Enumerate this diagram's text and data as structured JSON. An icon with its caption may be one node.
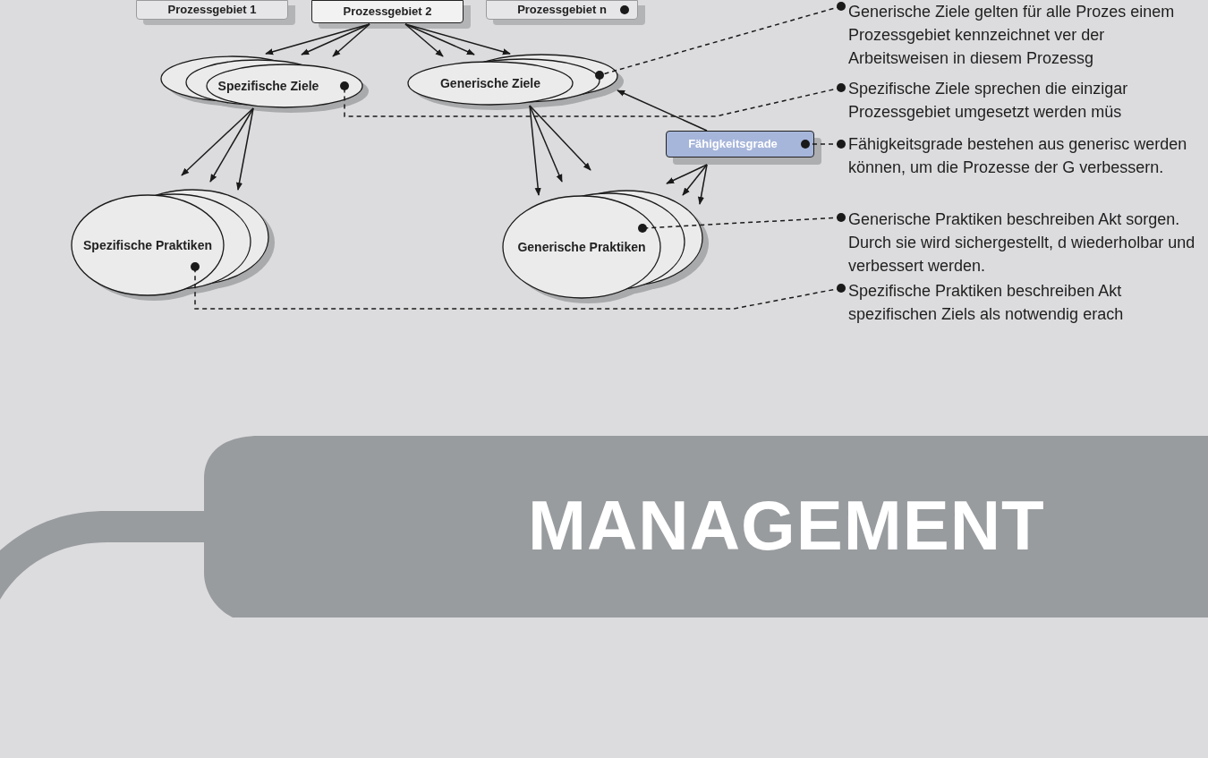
{
  "diagram": {
    "nodes": [
      {
        "text": [
          "Prozessgebiet 1"
        ]
      },
      {
        "text": [
          "Prozessgebiet 2"
        ]
      },
      {
        "text": [
          "Prozessgebiet n"
        ]
      },
      {
        "text": [
          "Spezifische Ziele"
        ]
      },
      {
        "text": [
          "Generische Ziele"
        ]
      },
      {
        "text": [
          "Fähigkeitsgrade"
        ]
      },
      {
        "text": [
          "Spezifische Praktiken"
        ]
      },
      {
        "text": [
          "Generische Praktiken"
        ]
      },
      {
        "text": [
          "Generische Ziele gelten für alle Prozes einem Prozessgebiet kennzeichnet ver der Arbeitsweisen in diesem Prozessg"
        ]
      },
      {
        "text": [
          "Spezifische Ziele sprechen die einzigar Prozessgebiet umgesetzt werden müs"
        ]
      },
      {
        "text": [
          "Fähigkeitsgrade bestehen aus generisc werden können, um die Prozesse der G verbessern."
        ]
      },
      {
        "text": [
          "Generische Praktiken beschreiben Akt sorgen. Durch sie wird sichergestellt, d wiederholbar und verbessert werden."
        ]
      },
      {
        "text": [
          "Spezifische Praktiken beschreiben Akt spezifischen Ziels als notwendig erach"
        ]
      }
    ],
    "edges": [
      {
        "from": 1,
        "to": 3,
        "arrow": "to"
      },
      {
        "from": 1,
        "to": 3,
        "arrow": "to"
      },
      {
        "from": 1,
        "to": 3,
        "arrow": "to"
      },
      {
        "from": 1,
        "to": 4,
        "arrow": "to"
      },
      {
        "from": 1,
        "to": 4,
        "arrow": "to"
      },
      {
        "from": 1,
        "to": 4,
        "arrow": "to"
      },
      {
        "from": 3,
        "to": 6,
        "arrow": "to"
      },
      {
        "from": 3,
        "to": 6,
        "arrow": "to"
      },
      {
        "from": 3,
        "to": 6,
        "arrow": "to"
      },
      {
        "from": 4,
        "to": 7,
        "arrow": "to"
      },
      {
        "from": 4,
        "to": 7,
        "arrow": "to"
      },
      {
        "from": 4,
        "to": 7,
        "arrow": "to"
      },
      {
        "from": 5,
        "to": 7,
        "arrow": "to"
      },
      {
        "from": 5,
        "to": 7,
        "arrow": "to"
      },
      {
        "from": 5,
        "to": 7,
        "arrow": "to"
      },
      {
        "from": 5,
        "to": 4,
        "arrow": "to"
      },
      {
        "from": 8,
        "to": 4,
        "arrow": "other",
        "style": "dashed"
      },
      {
        "from": 9,
        "to": 3,
        "arrow": "other",
        "style": "dashed"
      },
      {
        "from": 10,
        "to": 5,
        "arrow": "other",
        "style": "dashed"
      },
      {
        "from": 11,
        "to": 7,
        "arrow": "other",
        "style": "dashed"
      },
      {
        "from": 12,
        "to": 6,
        "arrow": "other",
        "style": "dashed"
      }
    ],
    "labels": [
      "MANAGEMENT"
    ]
  }
}
